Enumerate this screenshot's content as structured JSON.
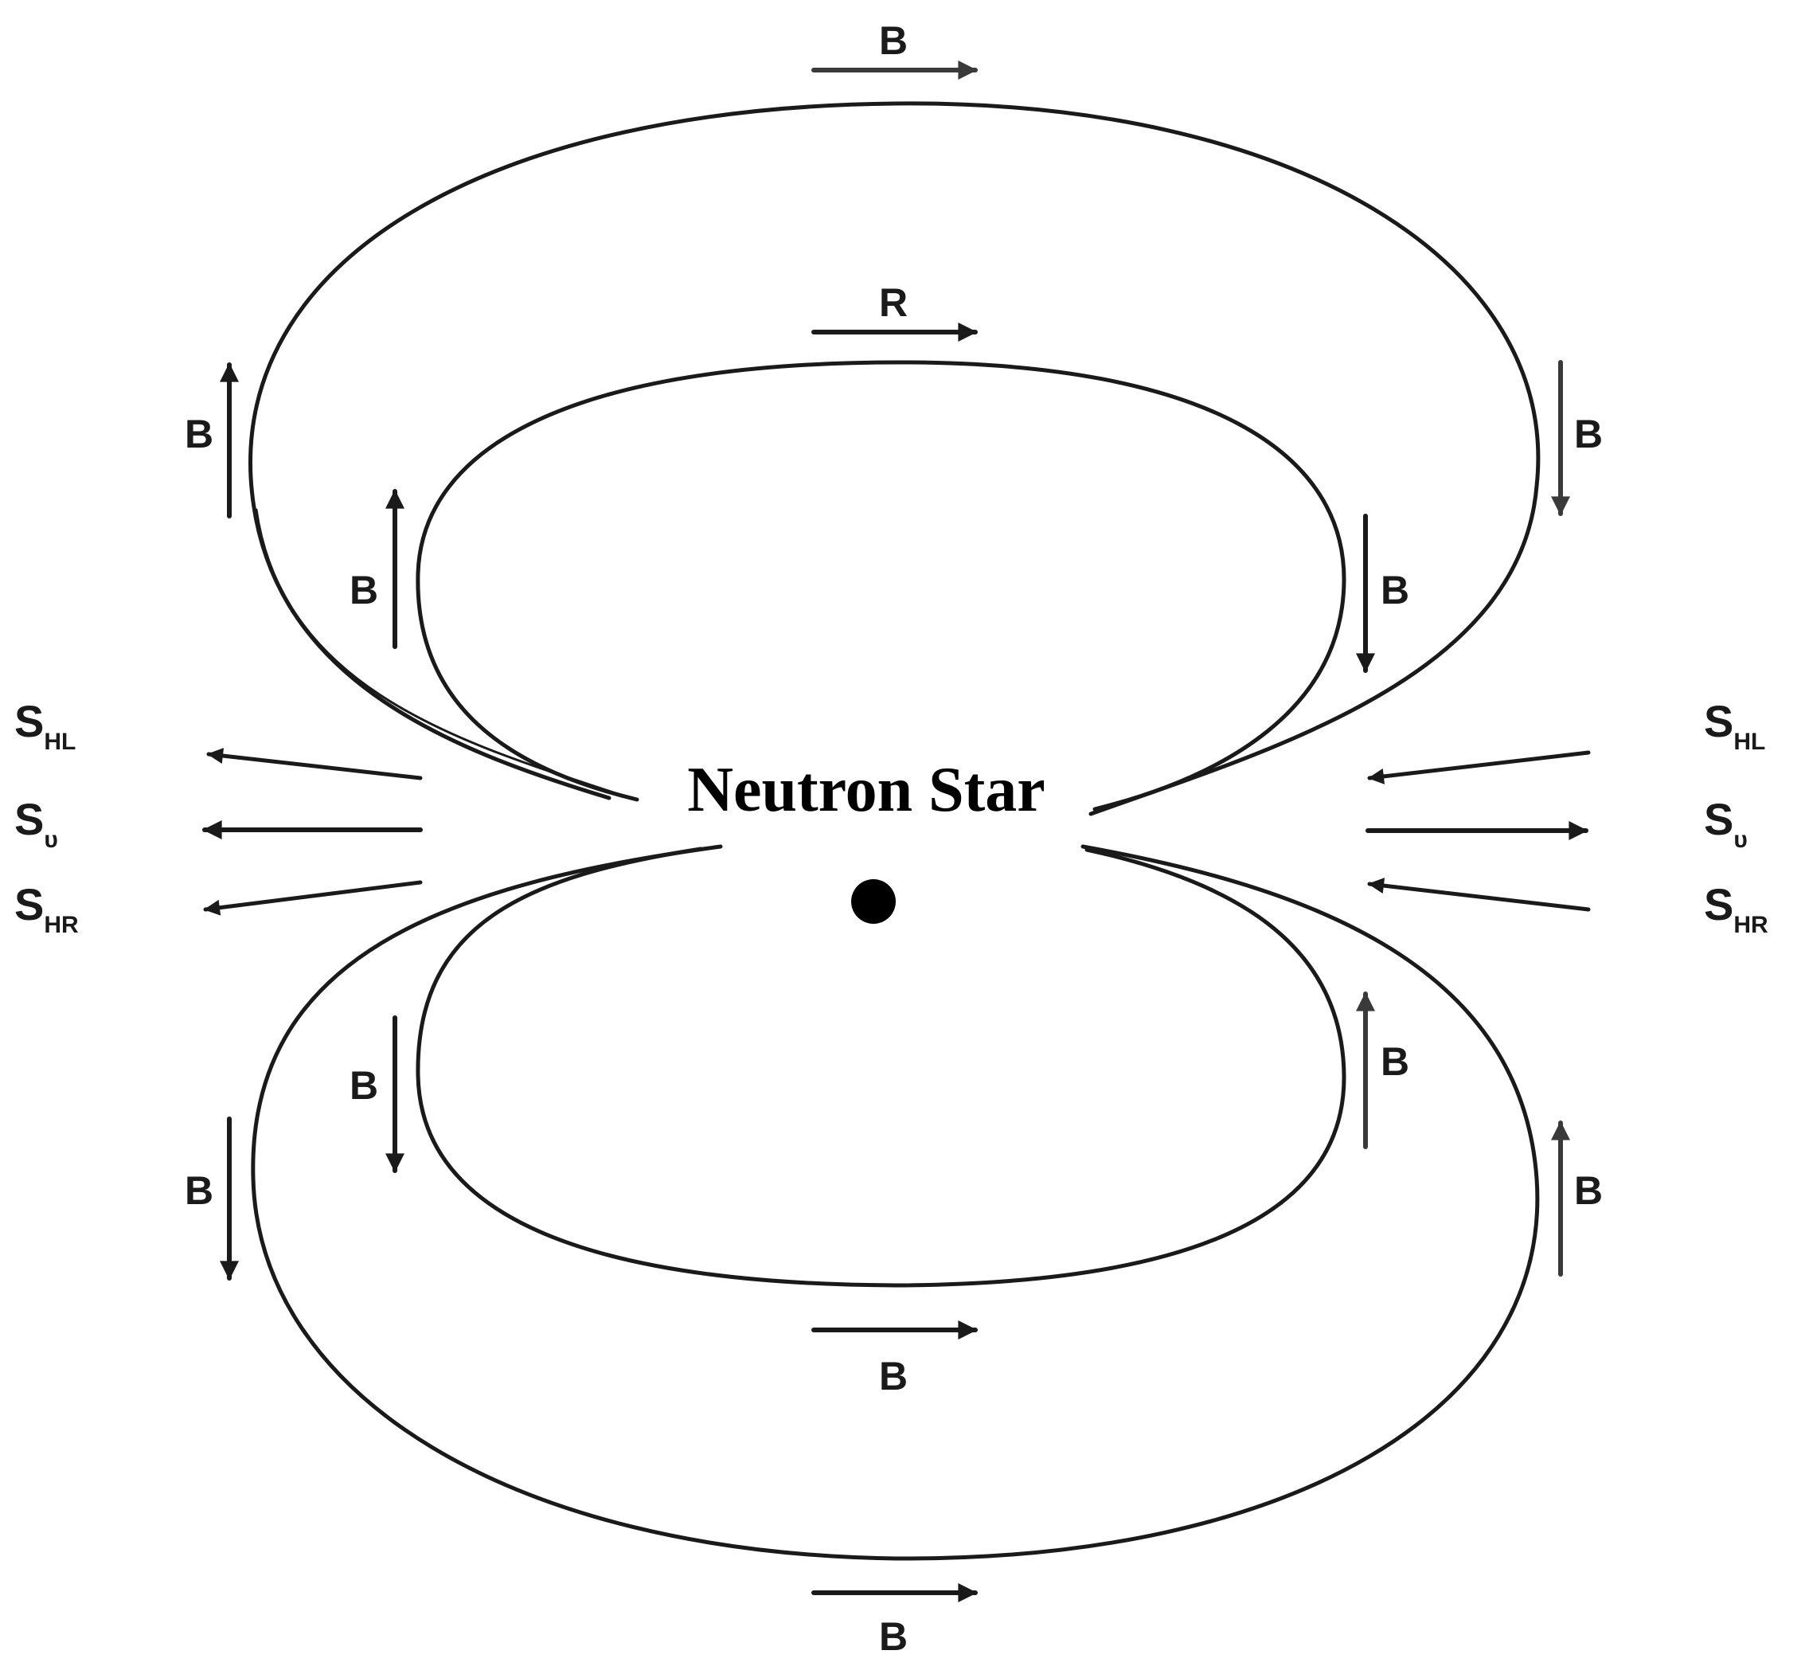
{
  "diagram": {
    "center_label": "Neutron Star",
    "field_labels": {
      "outer_top": "B",
      "inner_top": "R",
      "outer_upper_left": "B",
      "inner_upper_left": "B",
      "inner_upper_right": "B",
      "outer_upper_right": "B",
      "inner_lower_left": "B",
      "outer_lower_left": "B",
      "inner_lower_right": "B",
      "outer_lower_right": "B",
      "inner_bottom": "B",
      "outer_bottom": "B"
    },
    "left_labels": [
      {
        "main": "S",
        "sub": "HL"
      },
      {
        "main": "S",
        "sub": "υ"
      },
      {
        "main": "S",
        "sub": "HR"
      }
    ],
    "right_labels": [
      {
        "main": "S",
        "sub": "HL"
      },
      {
        "main": "S",
        "sub": "υ"
      },
      {
        "main": "S",
        "sub": "HR"
      }
    ],
    "colors": {
      "line": "#1a1a1a",
      "arrow_gray": "#4a4a4a",
      "star": "#000000",
      "background": "#ffffff"
    }
  }
}
